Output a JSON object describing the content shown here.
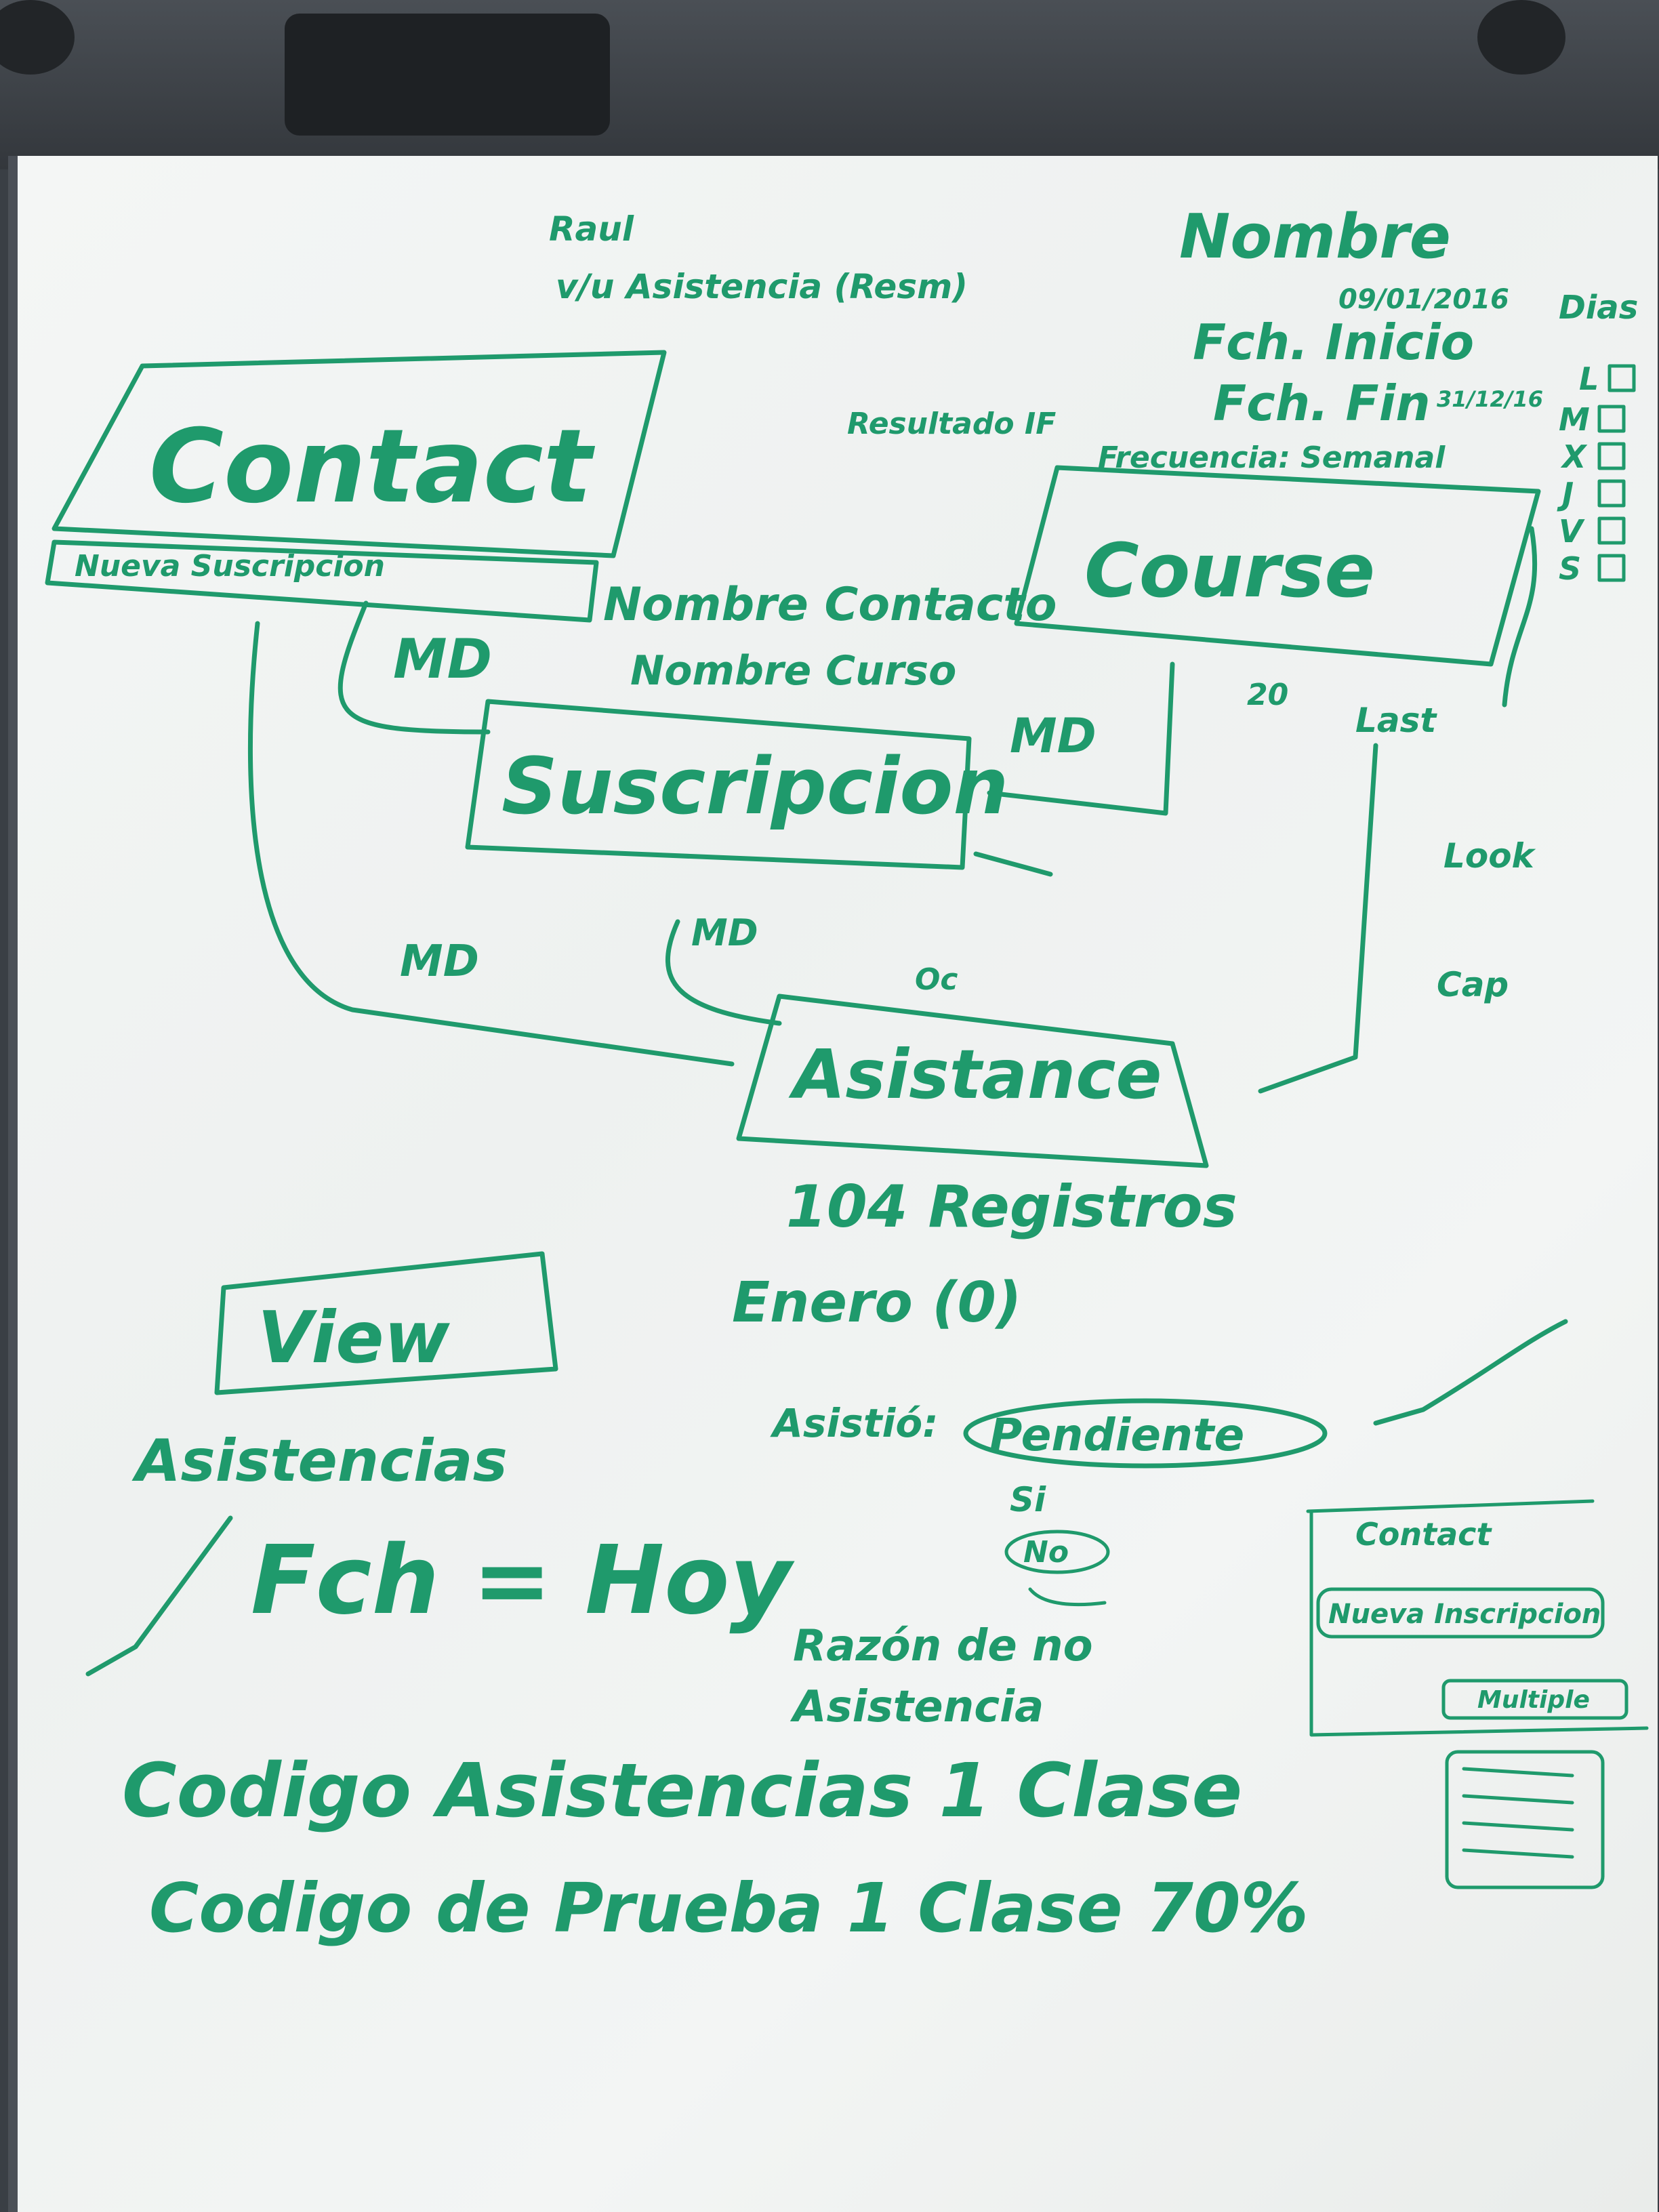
{
  "header_notes": {
    "line1": "Raul",
    "line2": "v/u Asistencia (Resm)"
  },
  "top_right": {
    "title": "Nombre",
    "date_start": "09/01/2016",
    "start_label": "Fch. Inicio",
    "end_date": "31/12/16",
    "end_label": "Fch. Fin",
    "frequency": "Frecuencia: Semanal",
    "days_header": "Dias",
    "days": [
      "L",
      "M",
      "X",
      "J",
      "V",
      "S"
    ]
  },
  "entities": {
    "contact": "Contact",
    "contact_sub": "Nueva Suscripcion",
    "course": "Course",
    "subscription": "Suscripcion",
    "asistance": "Asistance",
    "view": "View"
  },
  "relations": {
    "rel_if": "Resultado IF",
    "md1": "MD",
    "md2": "MD",
    "md3": "MD",
    "md4": "MD",
    "nombre_contacto": "Nombre Contacto",
    "nombre_curso": "Nombre Curso",
    "last_count": "20",
    "last": "Last",
    "look": "Look",
    "cap": "Cap",
    "box_label": "Oc"
  },
  "notes": {
    "registros": "104 Registros",
    "enero": "Enero (0)",
    "asistio": "Asistió:",
    "pendiente": "Pendiente",
    "si": "Si",
    "no": "No",
    "razon1": "Razón de no",
    "razon2": "Asistencia",
    "asistencias": "Asistencias",
    "fch_hoy": "Fch = Hoy",
    "codigo1": "Codigo Asistencias 1 Clase",
    "codigo2": "Codigo de Prueba 1 Clase 70%"
  },
  "sidebar_sketch": {
    "item1": "Contact",
    "item2": "Nueva Inscripcion",
    "item3": "Multiple"
  }
}
